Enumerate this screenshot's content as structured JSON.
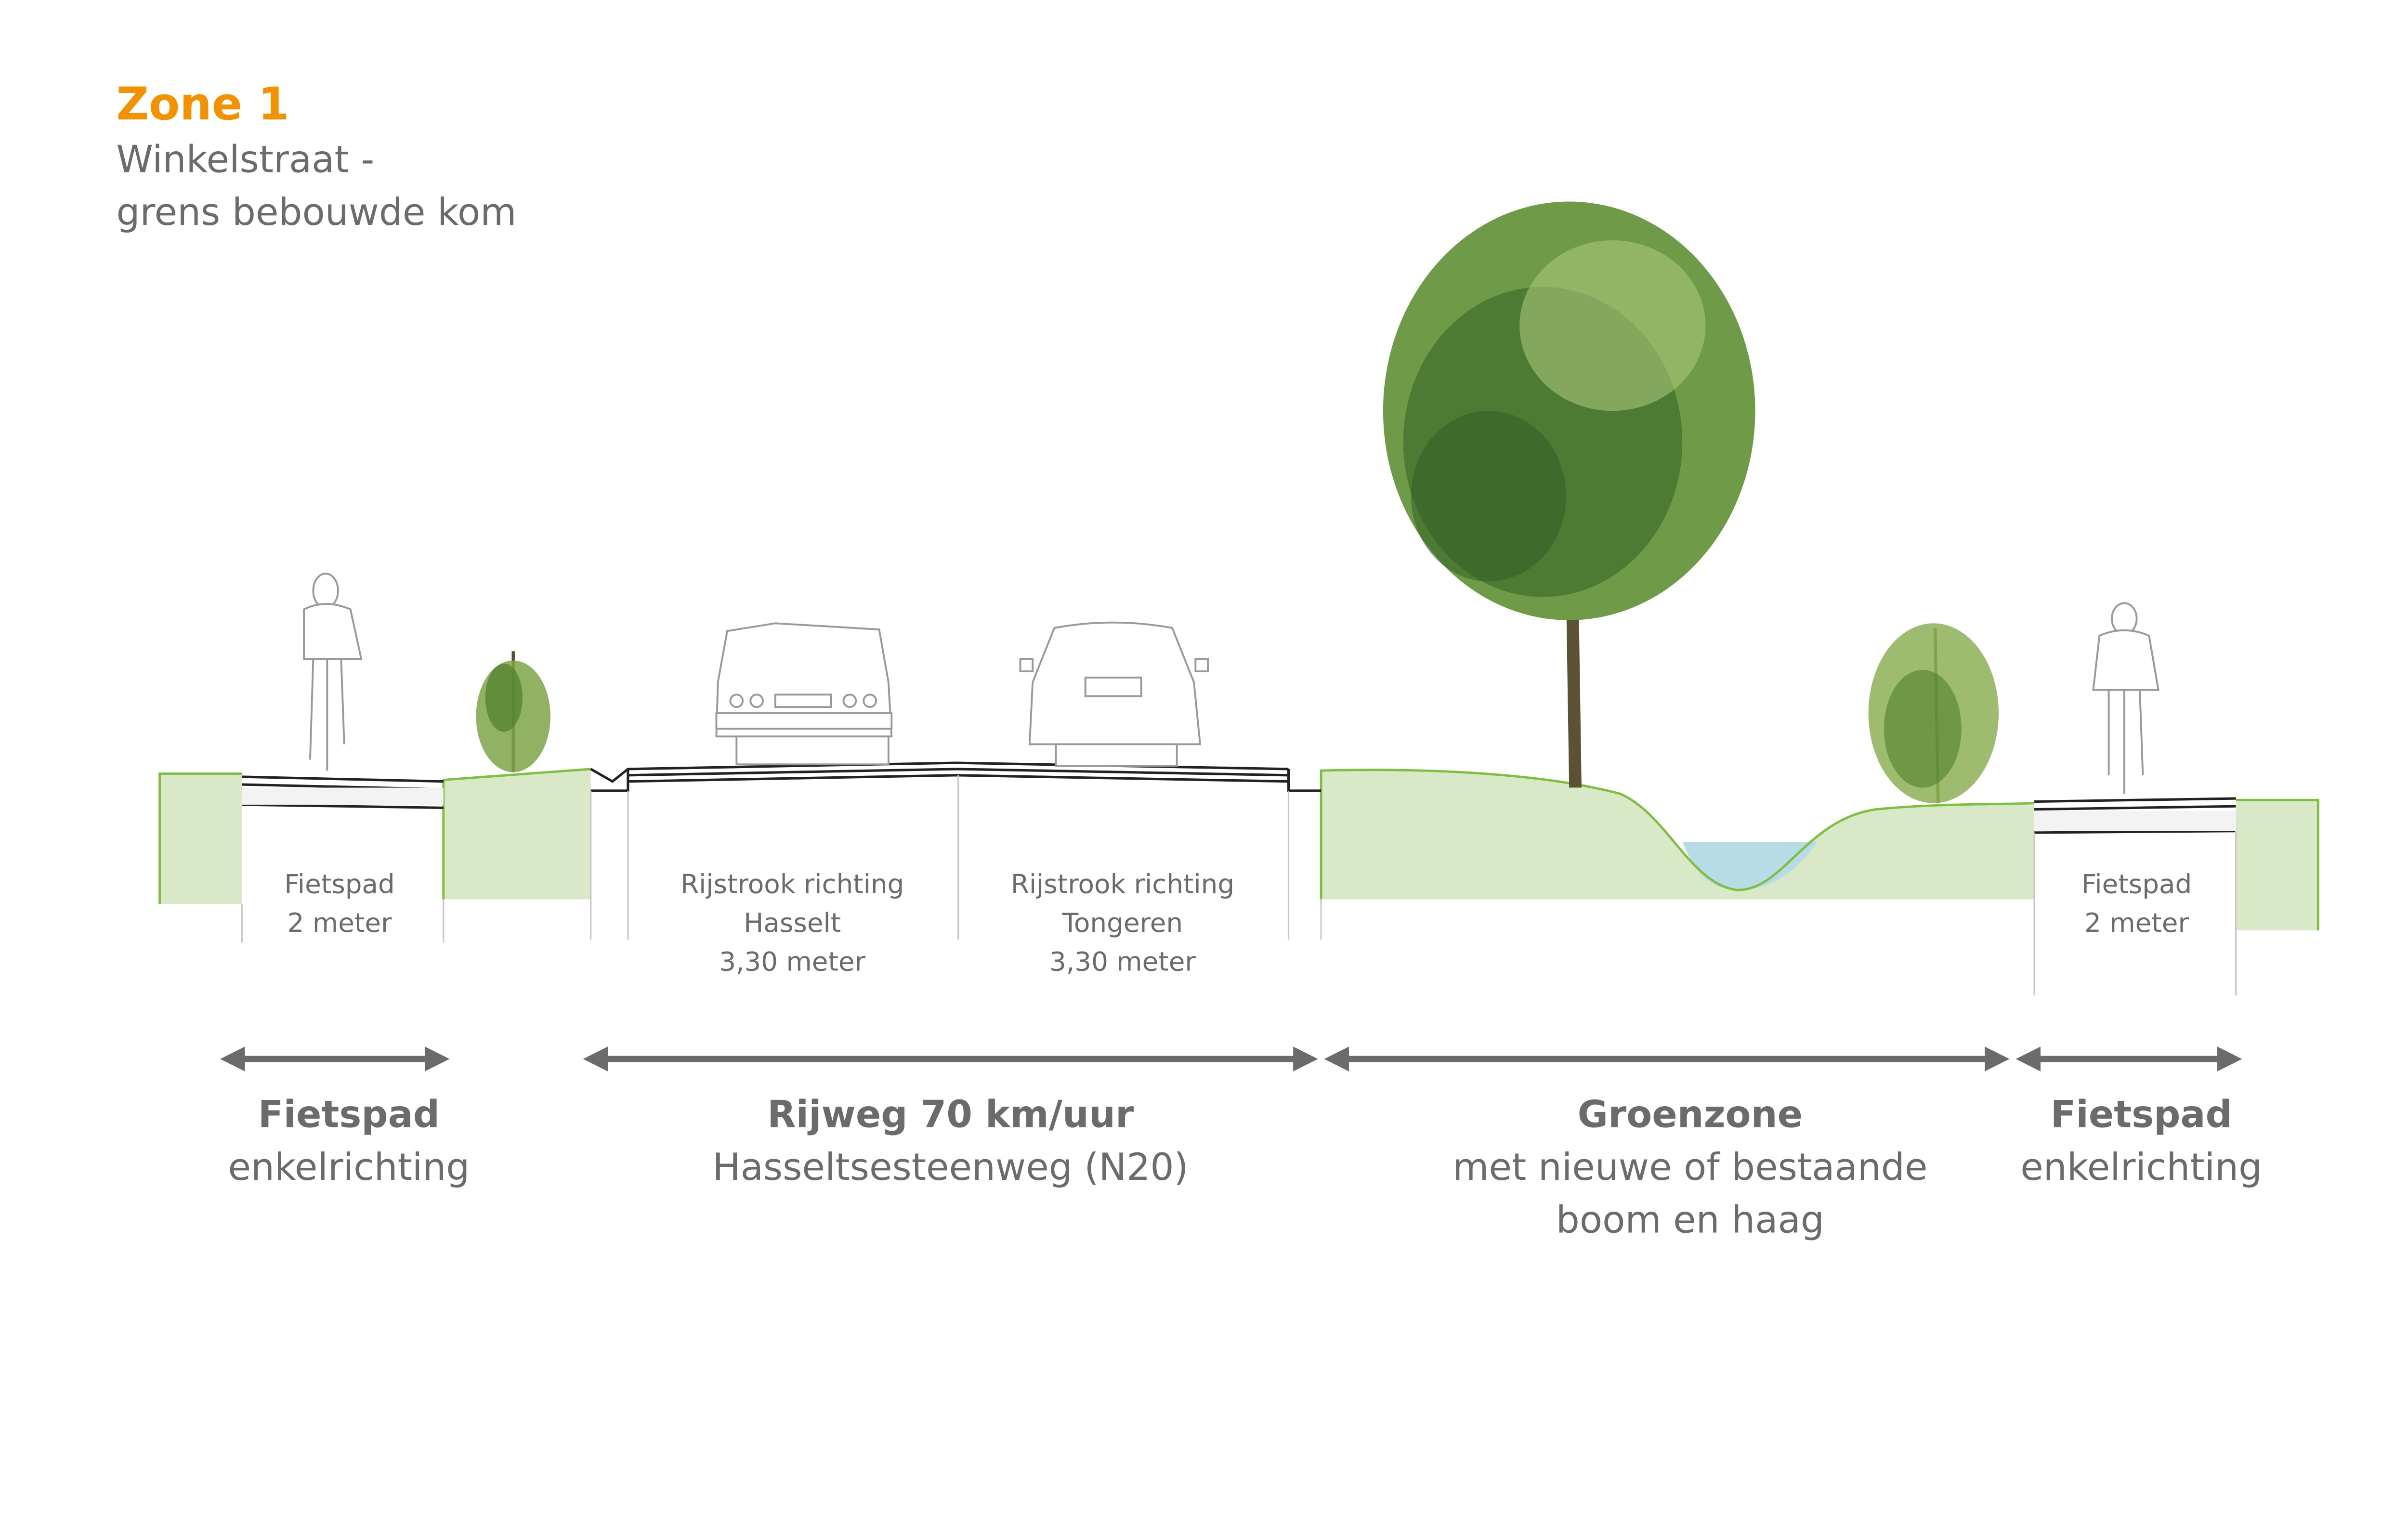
{
  "header": {
    "zone": "Zone 1",
    "subtitle_line1": "Winkelstraat -",
    "subtitle_line2": "grens bebouwde kom"
  },
  "colors": {
    "accent": "#f39200",
    "text": "#6b6b6b",
    "grass": "#d9e8c6",
    "grass_line": "#7dbf3f",
    "water": "#b7dce6"
  },
  "sections": [
    {
      "label1": "Fietspad",
      "label2": "2 meter"
    },
    {
      "label1": "Rijstrook richting",
      "label2": "Hasselt",
      "label3": "3,30 meter"
    },
    {
      "label1": "Rijstrook richting",
      "label2": "Tongeren",
      "label3": "3,30 meter"
    },
    {
      "label1": "Fietspad",
      "label2": "2 meter"
    }
  ],
  "zones": [
    {
      "title": "Fietspad",
      "line1": "enkelrichting"
    },
    {
      "title": "Rijweg 70 km/uur",
      "line1": "Hasseltsesteenweg (N20)"
    },
    {
      "title": "Groenzone",
      "line1": "met nieuwe of bestaande",
      "line2": "boom en haag"
    },
    {
      "title": "Fietspad",
      "line1": "enkelrichting"
    }
  ]
}
